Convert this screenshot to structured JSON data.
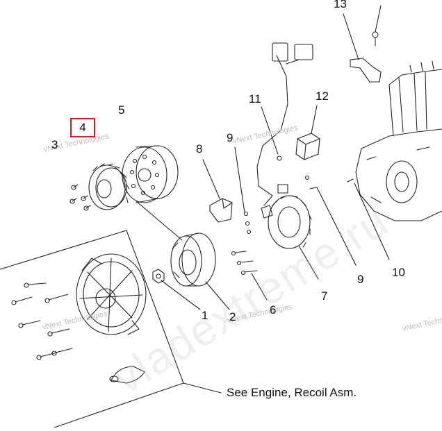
{
  "callouts": {
    "c1": "1",
    "c2": "2",
    "c3": "3",
    "c4": "4",
    "c5": "5",
    "c6": "6",
    "c7": "7",
    "c8": "8",
    "c9a": "9",
    "c9b": "9",
    "c10": "10",
    "c11": "11",
    "c12": "12",
    "c13": "13"
  },
  "note": "See Engine, Recoil Asm.",
  "watermark": {
    "company": "vNext Technologies",
    "site": "vladextreme.ru"
  },
  "colors": {
    "highlight_box": "#c8202a",
    "line": "#222222"
  }
}
